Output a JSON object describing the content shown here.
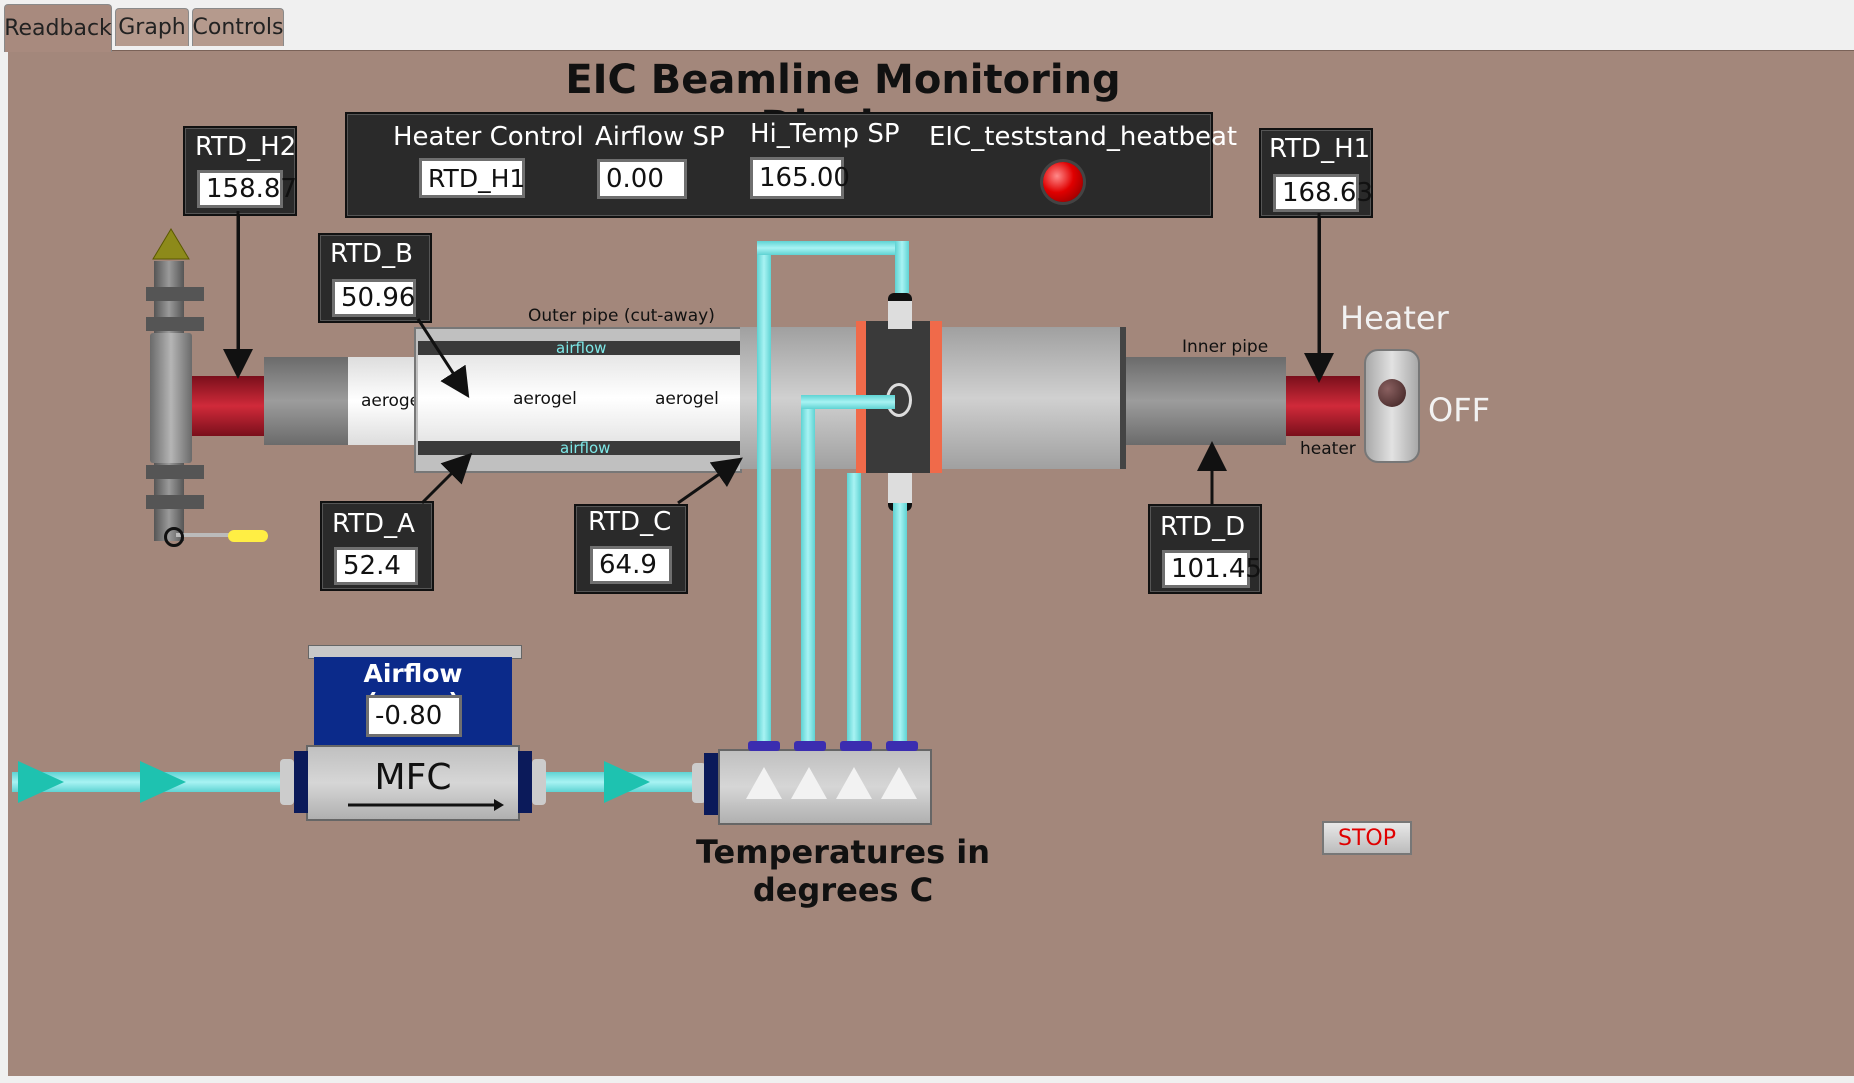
{
  "tabs": [
    {
      "label": "Readback"
    },
    {
      "label": "Graph"
    },
    {
      "label": "Controls"
    }
  ],
  "title": "EIC Beamline Monitoring Display",
  "controls_box": {
    "heater_control_label": "Heater Control",
    "heater_control_value": "RTD_H1",
    "airflow_sp_label": "Airflow SP",
    "airflow_sp_value": "0.00",
    "hi_temp_sp_label": "Hi_Temp SP",
    "hi_temp_sp_value": "165.00",
    "heartbeat_label": "EIC_teststand_heatbeat"
  },
  "readouts": {
    "rtd_h2": {
      "label": "RTD_H2",
      "value": "158.87"
    },
    "rtd_h1": {
      "label": "RTD_H1",
      "value": "168.63"
    },
    "rtd_b": {
      "label": "RTD_B",
      "value": "50.96"
    },
    "rtd_a": {
      "label": "RTD_A",
      "value": "52.4"
    },
    "rtd_c": {
      "label": "RTD_C",
      "value": "64.9"
    },
    "rtd_d": {
      "label": "RTD_D",
      "value": "101.45"
    }
  },
  "pipe_labels": {
    "outer_pipe": "Outer pipe (cut-away)",
    "inner_pipe": "Inner pipe",
    "airflow": "airflow",
    "aerogel": "aerogel",
    "heater": "heater"
  },
  "heater": {
    "label": "Heater",
    "state": "OFF"
  },
  "airflow_meter": {
    "label": "Airflow (sccm)",
    "value": "-0.80",
    "device": "MFC"
  },
  "footer": "Temperatures in degrees C",
  "stop_label": "STOP",
  "colors": {
    "panel_bg": "#a3877b",
    "pipe_cyan": "#7ee8e8",
    "heater_red": "#b01e2e",
    "led_red": "#e00000",
    "stop_text": "#e00000",
    "mfc_header": "#0b2a8a",
    "arrow_teal": "#1ec2b0"
  }
}
